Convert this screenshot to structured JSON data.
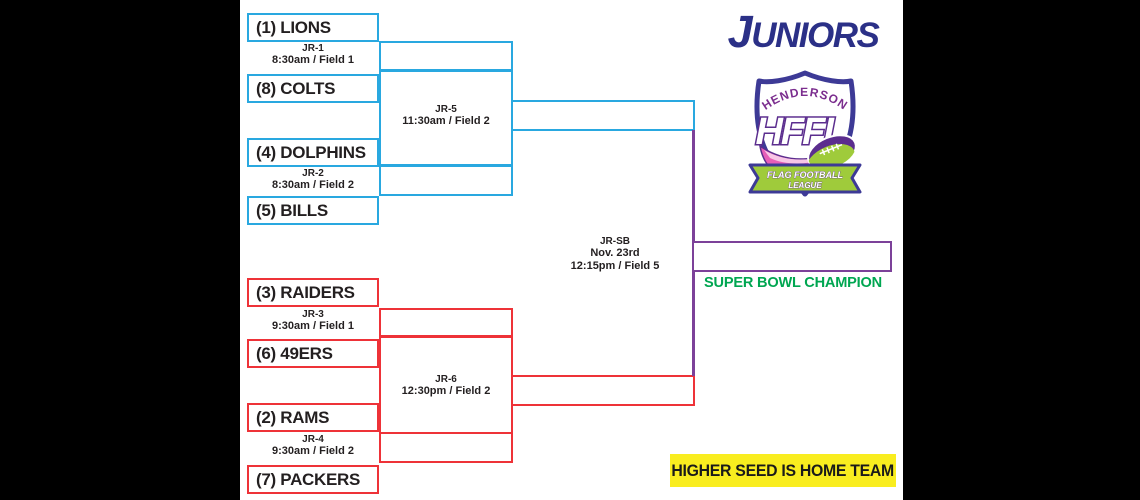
{
  "title": {
    "division": "JUNIORS"
  },
  "org_logo": {
    "city": "HENDERSON",
    "initials": "HFFL",
    "banner_top": "FLAG FOOTBALL",
    "banner_bottom": "LEAGUE"
  },
  "colors": {
    "top_bracket": "#29A8E0",
    "bottom_bracket": "#EE3238",
    "final_bracket": "#7C4199",
    "champion_text": "#00A651",
    "division_text": "#2B3087",
    "footer_bg": "#F9ED1F"
  },
  "bracket": {
    "round1": [
      {
        "team_top": "(1) LIONS",
        "team_bottom": "(8) COLTS",
        "game": "JR-1",
        "when": "8:30am / Field 1"
      },
      {
        "team_top": "(4) DOLPHINS",
        "team_bottom": "(5) BILLS",
        "game": "JR-2",
        "when": "8:30am / Field 2"
      },
      {
        "team_top": "(3) RAIDERS",
        "team_bottom": "(6) 49ERS",
        "game": "JR-3",
        "when": "9:30am / Field 1"
      },
      {
        "team_top": "(2) RAMS",
        "team_bottom": "(7) PACKERS",
        "game": "JR-4",
        "when": "9:30am / Field 2"
      }
    ],
    "semifinals": [
      {
        "game": "JR-5",
        "when": "11:30am / Field 2"
      },
      {
        "game": "JR-6",
        "when": "12:30pm / Field 2"
      }
    ],
    "final": {
      "game": "JR-SB",
      "date": "Nov. 23rd",
      "when": "12:15pm / Field 5"
    },
    "champion_label": "SUPER BOWL CHAMPION"
  },
  "footer": {
    "note": "HIGHER SEED IS HOME TEAM"
  }
}
